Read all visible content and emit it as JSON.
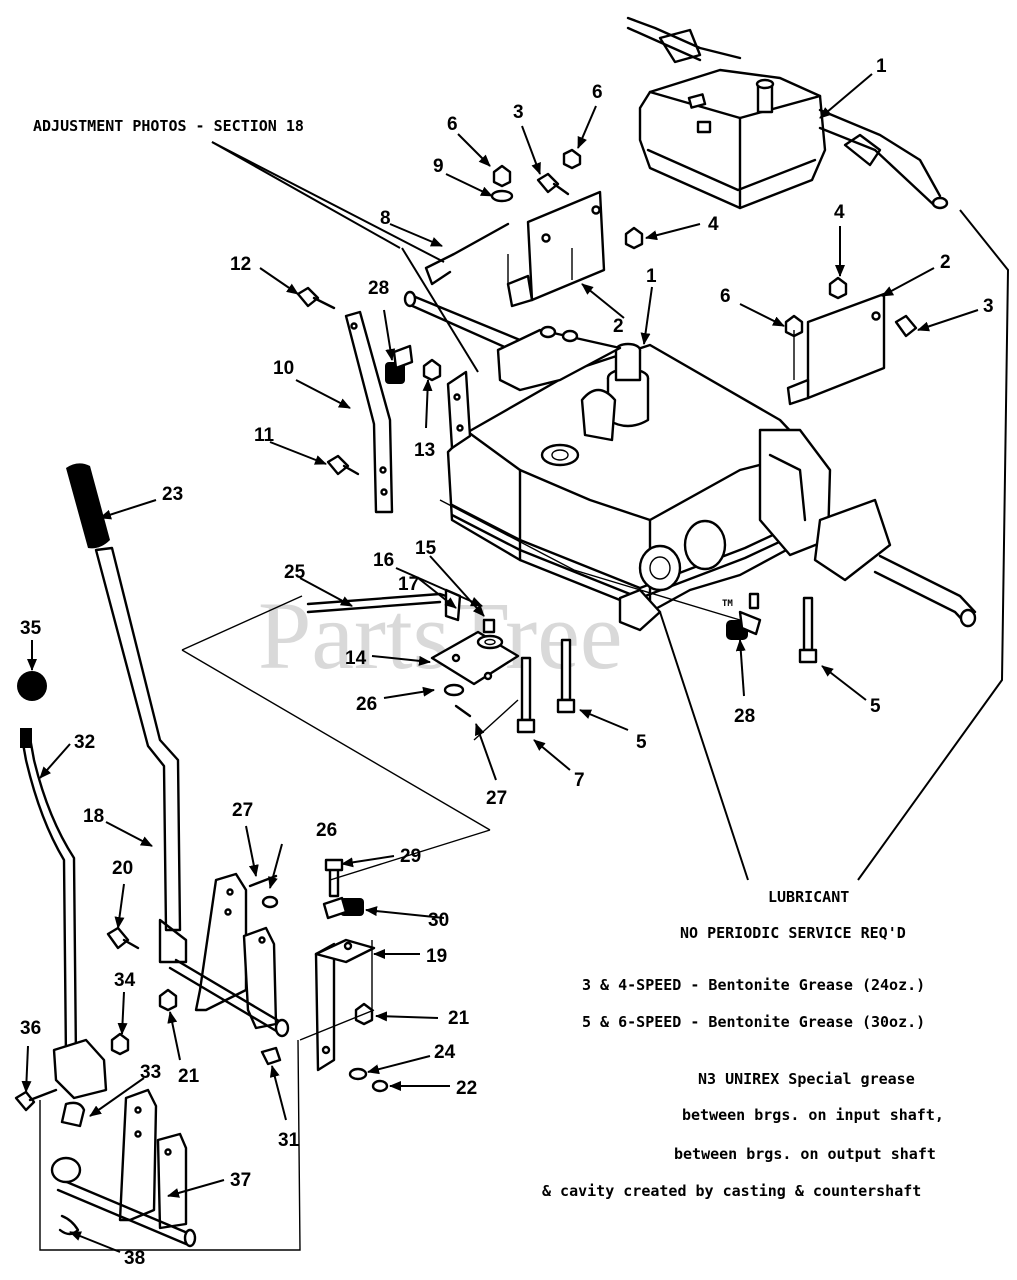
{
  "watermark": "PartsTree",
  "watermark_tm": "TM",
  "header_note": "ADJUSTMENT PHOTOS - SECTION 18",
  "lubricant": {
    "title": "LUBRICANT",
    "subtitle": "NO PERIODIC SERVICE REQ'D",
    "lines": [
      "3 & 4-SPEED - Bentonite Grease (24oz.)",
      "5 & 6-SPEED - Bentonite Grease (30oz.)",
      "N3 UNIREX Special grease",
      "between brgs. on input shaft,",
      "between brgs. on output shaft",
      "& cavity created by casting & countershaft"
    ]
  },
  "callouts": [
    {
      "id": "c1a",
      "text": "1"
    },
    {
      "id": "c1b",
      "text": "1"
    },
    {
      "id": "c2a",
      "text": "2"
    },
    {
      "id": "c2b",
      "text": "2"
    },
    {
      "id": "c3a",
      "text": "3"
    },
    {
      "id": "c3b",
      "text": "3"
    },
    {
      "id": "c4a",
      "text": "4"
    },
    {
      "id": "c4b",
      "text": "4"
    },
    {
      "id": "c5a",
      "text": "5"
    },
    {
      "id": "c5b",
      "text": "5"
    },
    {
      "id": "c6a",
      "text": "6"
    },
    {
      "id": "c6b",
      "text": "6"
    },
    {
      "id": "c6c",
      "text": "6"
    },
    {
      "id": "c7",
      "text": "7"
    },
    {
      "id": "c8",
      "text": "8"
    },
    {
      "id": "c9",
      "text": "9"
    },
    {
      "id": "c10",
      "text": "10"
    },
    {
      "id": "c11",
      "text": "11"
    },
    {
      "id": "c12",
      "text": "12"
    },
    {
      "id": "c13",
      "text": "13"
    },
    {
      "id": "c14",
      "text": "14"
    },
    {
      "id": "c15",
      "text": "15"
    },
    {
      "id": "c16",
      "text": "16"
    },
    {
      "id": "c17",
      "text": "17"
    },
    {
      "id": "c18",
      "text": "18"
    },
    {
      "id": "c19",
      "text": "19"
    },
    {
      "id": "c20",
      "text": "20"
    },
    {
      "id": "c21a",
      "text": "21"
    },
    {
      "id": "c21b",
      "text": "21"
    },
    {
      "id": "c22",
      "text": "22"
    },
    {
      "id": "c23",
      "text": "23"
    },
    {
      "id": "c24",
      "text": "24"
    },
    {
      "id": "c25",
      "text": "25"
    },
    {
      "id": "c26a",
      "text": "26"
    },
    {
      "id": "c26b",
      "text": "26"
    },
    {
      "id": "c27a",
      "text": "27"
    },
    {
      "id": "c27b",
      "text": "27"
    },
    {
      "id": "c28a",
      "text": "28"
    },
    {
      "id": "c28b",
      "text": "28"
    },
    {
      "id": "c29",
      "text": "29"
    },
    {
      "id": "c30",
      "text": "30"
    },
    {
      "id": "c31",
      "text": "31"
    },
    {
      "id": "c32",
      "text": "32"
    },
    {
      "id": "c33",
      "text": "33"
    },
    {
      "id": "c34",
      "text": "34"
    },
    {
      "id": "c35",
      "text": "35"
    },
    {
      "id": "c36",
      "text": "36"
    },
    {
      "id": "c37",
      "text": "37"
    },
    {
      "id": "c38",
      "text": "38"
    }
  ]
}
